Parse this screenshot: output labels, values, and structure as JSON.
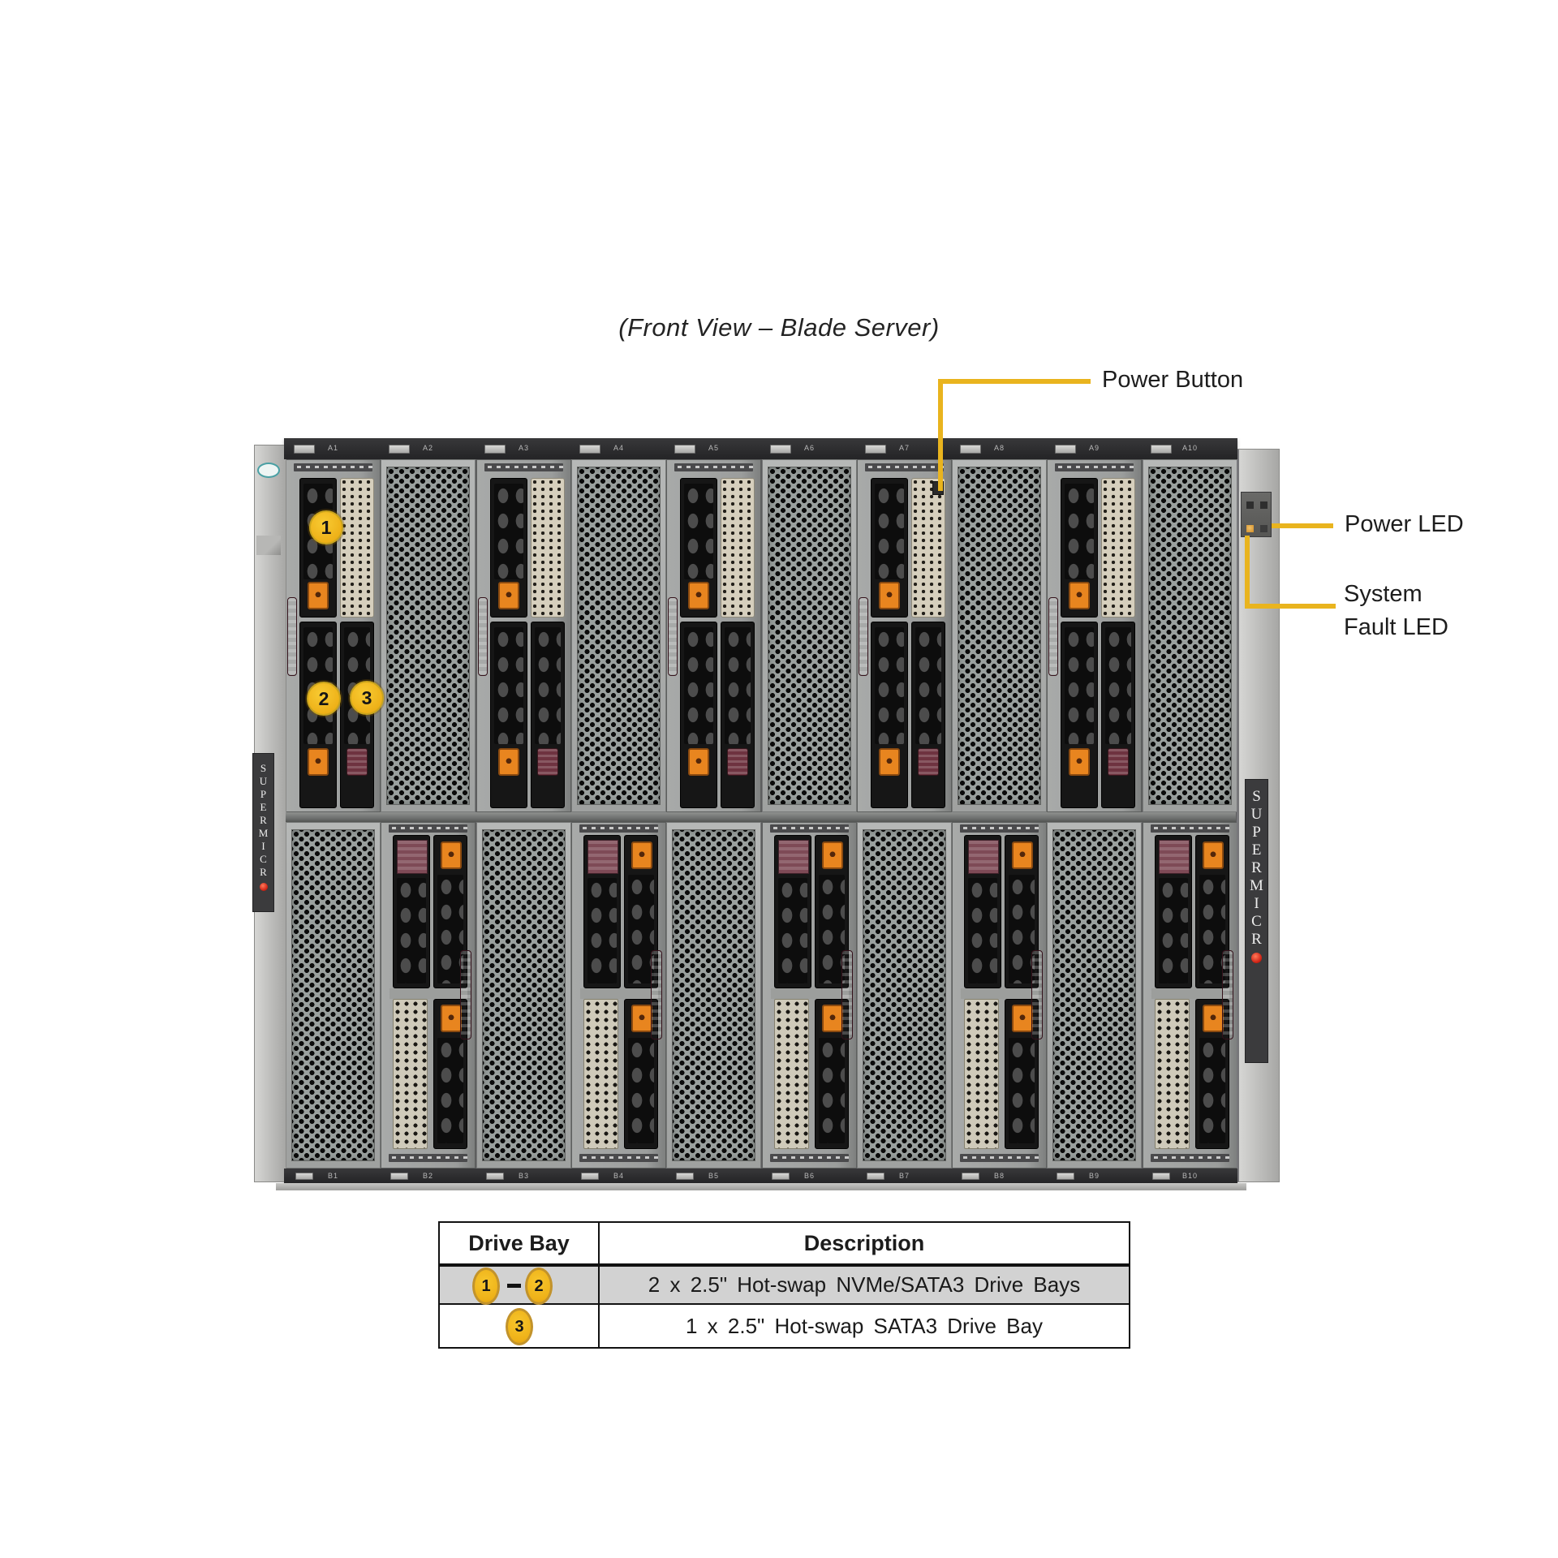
{
  "title": "(Front View – Blade Server)",
  "callouts": {
    "power_button": "Power Button",
    "power_led": "Power LED",
    "system_fault_line1": "System",
    "system_fault_line2": "Fault LED"
  },
  "chassis": {
    "brand_vertical": "SUPERMICR",
    "top_slot_labels": [
      "A1",
      "A2",
      "A3",
      "A4",
      "A5",
      "A6",
      "A7",
      "A8",
      "A9",
      "A10"
    ],
    "bottom_slot_labels": [
      "B1",
      "B2",
      "B3",
      "B4",
      "B5",
      "B6",
      "B7",
      "B8",
      "B9",
      "B10"
    ],
    "bay_badges": [
      {
        "label": "1"
      },
      {
        "label": "2"
      },
      {
        "label": "3"
      }
    ]
  },
  "table": {
    "headers": [
      "Drive Bay",
      "Description"
    ],
    "rows": [
      {
        "bays": [
          "1",
          "2"
        ],
        "separator": "-",
        "description": "2 x 2.5\" Hot-swap NVMe/SATA3 Drive Bays",
        "shaded": true
      },
      {
        "bays": [
          "3"
        ],
        "separator": "",
        "description": "1 x 2.5\" Hot-swap SATA3 Drive Bay",
        "shaded": false
      }
    ]
  },
  "colors": {
    "callout_amber": "#E9B41E",
    "badge_fill": "#EEB118",
    "badge_border": "#C2932C",
    "shaded_row": "#D2D2D2",
    "latch_orange": "#E8851F",
    "lever_maroon": "#6E3340",
    "brand_dot_red": "#CF2315"
  }
}
